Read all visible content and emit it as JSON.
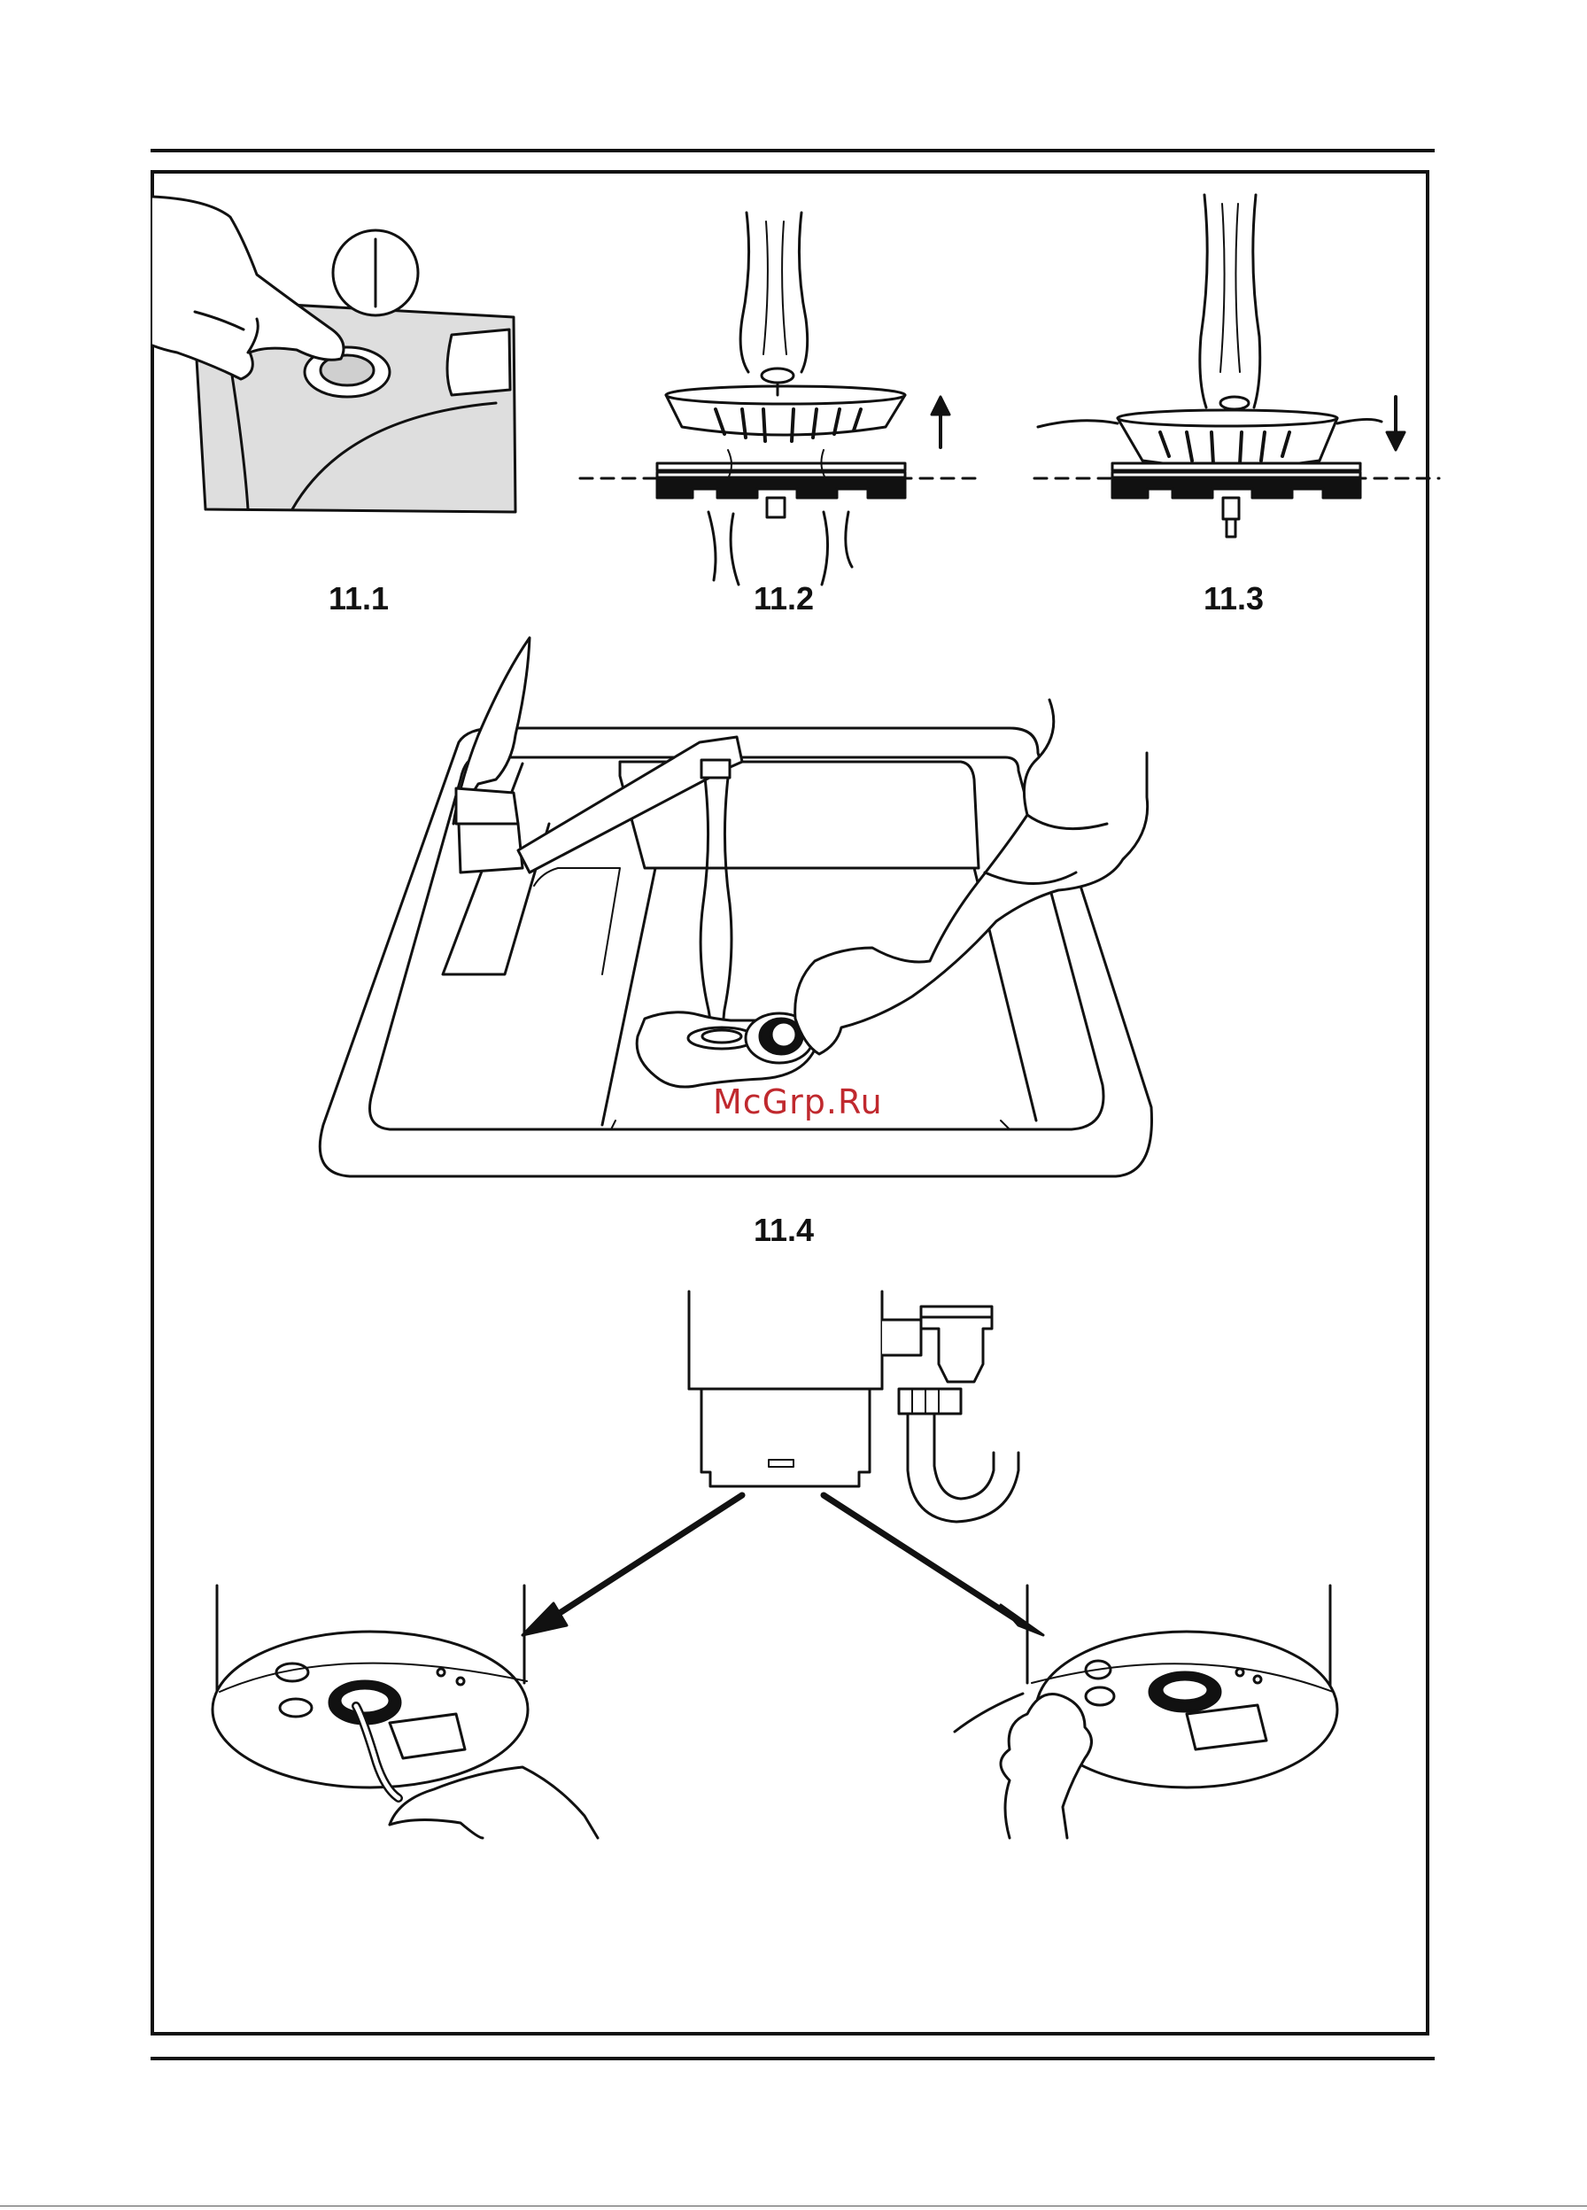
{
  "figures": {
    "f11_1": "11.1",
    "f11_2": "11.2",
    "f11_3": "11.3",
    "f11_4": "11.4"
  },
  "watermark": "McGrp.Ru"
}
